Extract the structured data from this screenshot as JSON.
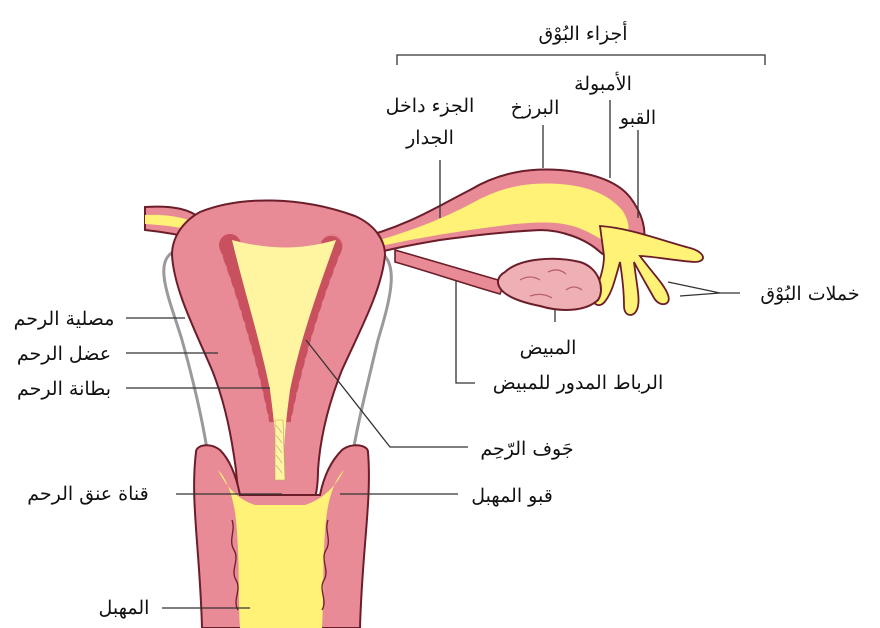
{
  "colors": {
    "muscle": "#e88b96",
    "muscle_dark": "#c9505f",
    "outline": "#6b1e2a",
    "cavity": "#fff5a0",
    "endometrium": "#e4808a",
    "peritoneum": "#9a9a9a",
    "ovary": "#efb0b5",
    "tube_yellow": "#fff276",
    "leader": "#333333"
  },
  "labels": {
    "tube_parts": "أجزاء البُوْق",
    "intramural_l1": "الجزء داخل",
    "intramural_l2": "الجدار",
    "isthmus": "البرزخ",
    "ampulla": "الأمبولة",
    "infundibulum": "القبو",
    "fimbriae": "خملات البُوْق",
    "ovary": "المبيض",
    "ovarian_ligament": "الرباط المدور للمبيض",
    "uterine_cavity": "جَوف الرّحِم",
    "fornix": "قبو المهبل",
    "perimetrium": "مصلية الرحم",
    "myometrium": "عضل الرحم",
    "endometrium": "بطانة الرحم",
    "cervical_canal": "قناة عنق الرحم",
    "vagina": "المهبل"
  }
}
